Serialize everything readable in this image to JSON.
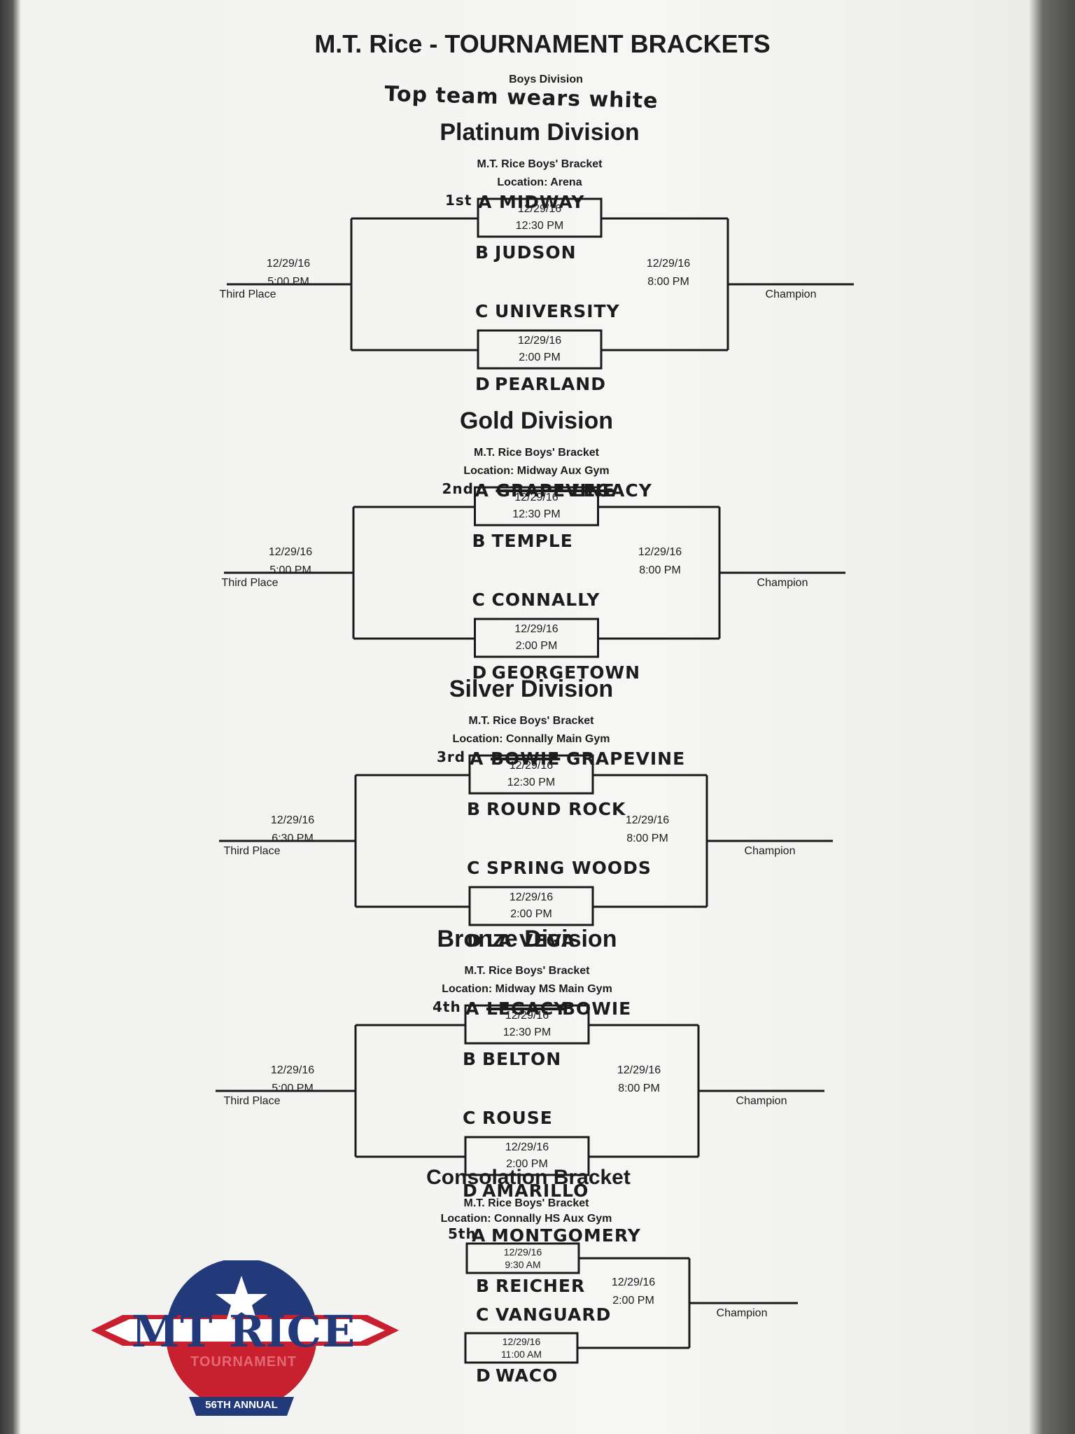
{
  "header": {
    "title": "M.T. Rice - TOURNAMENT BRACKETS",
    "subtitle": "Boys Division",
    "note": "Top team wears white"
  },
  "divisions": [
    {
      "name": "Platinum Division",
      "bracket": "M.T. Rice Boys' Bracket",
      "location": "Location: Arena",
      "seed": "1st",
      "team_a_prefix": "A",
      "team_a": "MIDWAY",
      "team_a_struck": "",
      "team_b_prefix": "B",
      "team_b": "JUDSON",
      "team_c_prefix": "C",
      "team_c": "UNIVERSITY",
      "team_d_prefix": "D",
      "team_d": "PEARLAND",
      "game1_date": "12/29/16",
      "game1_time": "12:30 PM",
      "game2_date": "12/29/16",
      "game2_time": "2:00 PM",
      "third_date": "12/29/16",
      "third_time": "5:00 PM",
      "champ_date": "12/29/16",
      "champ_time": "8:00 PM",
      "third_label": "Third Place",
      "champ_label": "Champion"
    },
    {
      "name": "Gold Division",
      "bracket": "M.T. Rice Boys' Bracket",
      "location": "Location: Midway Aux Gym",
      "seed": "2nd",
      "team_a_prefix": "A",
      "team_a": "LEGACY",
      "team_a_struck": "GRAPEVINE",
      "team_b_prefix": "B",
      "team_b": "TEMPLE",
      "team_c_prefix": "C",
      "team_c": "CONNALLY",
      "team_d_prefix": "D",
      "team_d": "GEORGETOWN",
      "game1_date": "12/29/16",
      "game1_time": "12:30 PM",
      "game2_date": "12/29/16",
      "game2_time": "2:00 PM",
      "third_date": "12/29/16",
      "third_time": "5:00 PM",
      "champ_date": "12/29/16",
      "champ_time": "8:00 PM",
      "third_label": "Third Place",
      "champ_label": "Champion"
    },
    {
      "name": "Silver Division",
      "bracket": "M.T. Rice Boys' Bracket",
      "location": "Location: Connally Main Gym",
      "seed": "3rd",
      "team_a_prefix": "A",
      "team_a": "GRAPEVINE",
      "team_a_struck": "BOWIE",
      "team_b_prefix": "B",
      "team_b": "ROUND ROCK",
      "team_c_prefix": "C",
      "team_c": "SPRING WOODS",
      "team_d_prefix": "D",
      "team_d": "LA VEGA",
      "game1_date": "12/29/16",
      "game1_time": "12:30 PM",
      "game2_date": "12/29/16",
      "game2_time": "2:00 PM",
      "third_date": "12/29/16",
      "third_time": "6:30 PM",
      "champ_date": "12/29/16",
      "champ_time": "8:00 PM",
      "third_label": "Third Place",
      "champ_label": "Champion"
    },
    {
      "name": "Bronze Division",
      "bracket": "M.T. Rice Boys' Bracket",
      "location": "Location: Midway MS Main Gym",
      "seed": "4th",
      "team_a_prefix": "A",
      "team_a": "BOWIE",
      "team_a_struck": "LEGACY",
      "team_b_prefix": "B",
      "team_b": "BELTON",
      "team_c_prefix": "C",
      "team_c": "ROUSE",
      "team_d_prefix": "D",
      "team_d": "AMARILLO",
      "game1_date": "12/29/16",
      "game1_time": "12:30 PM",
      "game2_date": "12/29/16",
      "game2_time": "2:00 PM",
      "third_date": "12/29/16",
      "third_time": "5:00 PM",
      "champ_date": "12/29/16",
      "champ_time": "8:00 PM",
      "third_label": "Third Place",
      "champ_label": "Champion"
    }
  ],
  "consolation": {
    "name": "Consolation Bracket",
    "bracket": "M.T. Rice Boys' Bracket",
    "location": "Location: Connally HS Aux Gym",
    "seed": "5th",
    "team_a_prefix": "A",
    "team_a": "MONTGOMERY",
    "team_b_prefix": "B",
    "team_b": "REICHER",
    "team_c_prefix": "C",
    "team_c": "VANGUARD",
    "team_d_prefix": "D",
    "team_d": "WACO",
    "game1_date": "12/29/16",
    "game1_time": "9:30 AM",
    "game2_date": "12/29/16",
    "game2_time": "11:00 AM",
    "champ_date": "12/29/16",
    "champ_time": "2:00 PM",
    "champ_label": "Champion"
  },
  "logo": {
    "main": "MT RICE",
    "sub": "TOURNAMENT",
    "banner": "56TH ANNUAL",
    "colors": {
      "red": "#c8202f",
      "blue": "#233a7a",
      "white": "#ffffff"
    }
  }
}
